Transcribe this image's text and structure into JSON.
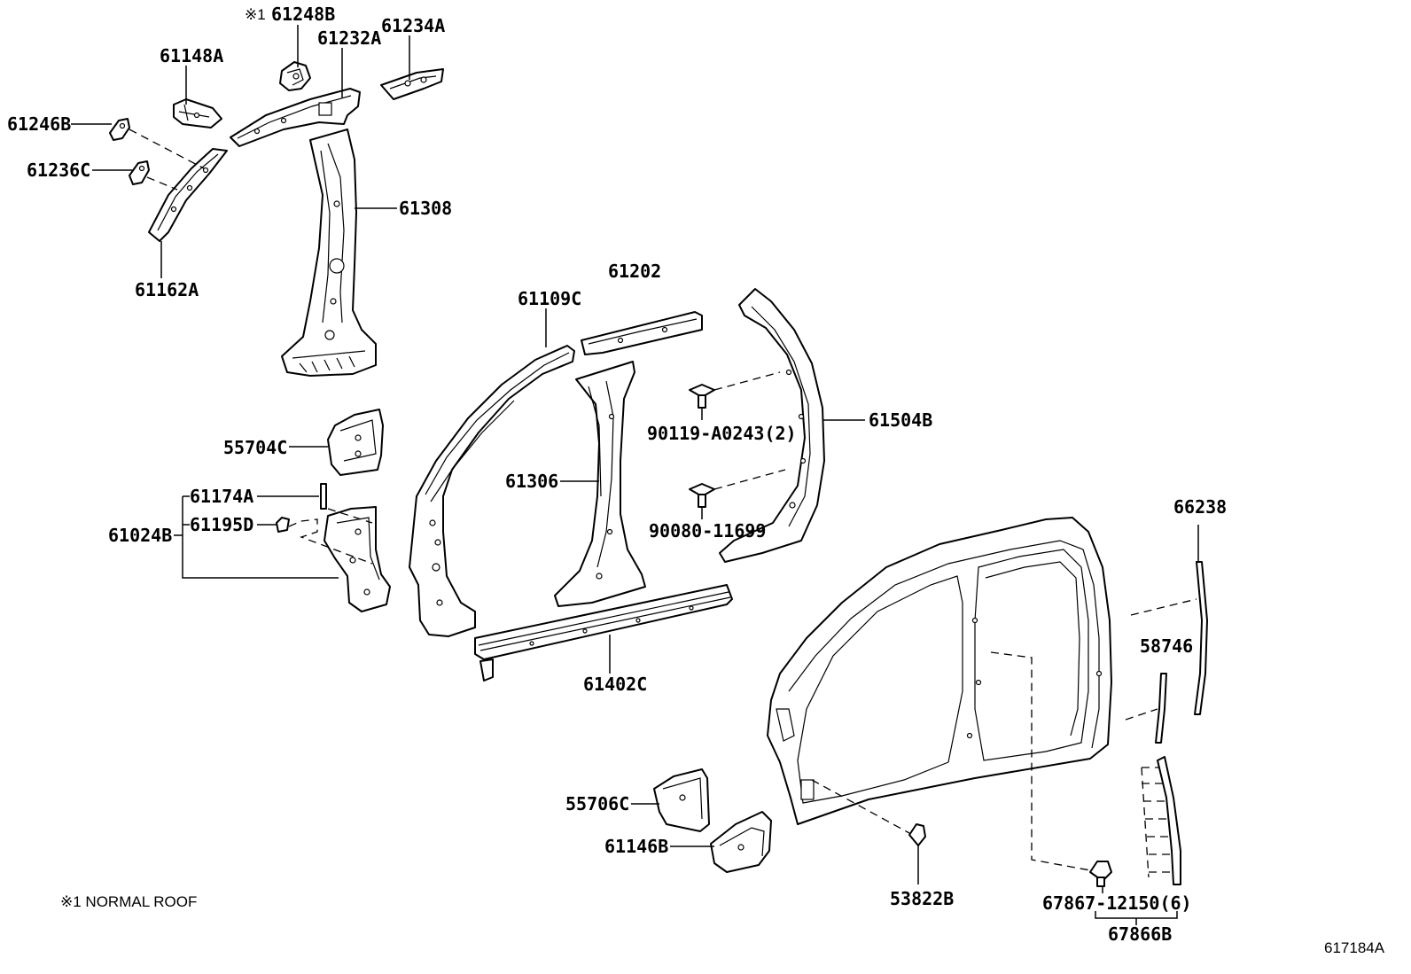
{
  "diagram": {
    "parts": {
      "p61248B": "61248B",
      "p61248B_mark": "※1",
      "p61232A": "61232A",
      "p61234A": "61234A",
      "p61148A": "61148A",
      "p61246B": "61246B",
      "p61236C": "61236C",
      "p61308": "61308",
      "p61162A": "61162A",
      "p61202": "61202",
      "p61109C": "61109C",
      "p55704C": "55704C",
      "p61174A": "61174A",
      "p61195D": "61195D",
      "p61024B": "61024B",
      "p61306": "61306",
      "p90119": "90119-A0243(2)",
      "p61504B": "61504B",
      "p90080": "90080-11699",
      "p66238": "66238",
      "p58746": "58746",
      "p61402C": "61402C",
      "p55706C": "55706C",
      "p61146B": "61146B",
      "p53822B": "53822B",
      "p67867": "67867-12150(6)",
      "p67866B": "67866B"
    },
    "footnote": "※1 NORMAL ROOF",
    "figure_id": "617184A"
  }
}
